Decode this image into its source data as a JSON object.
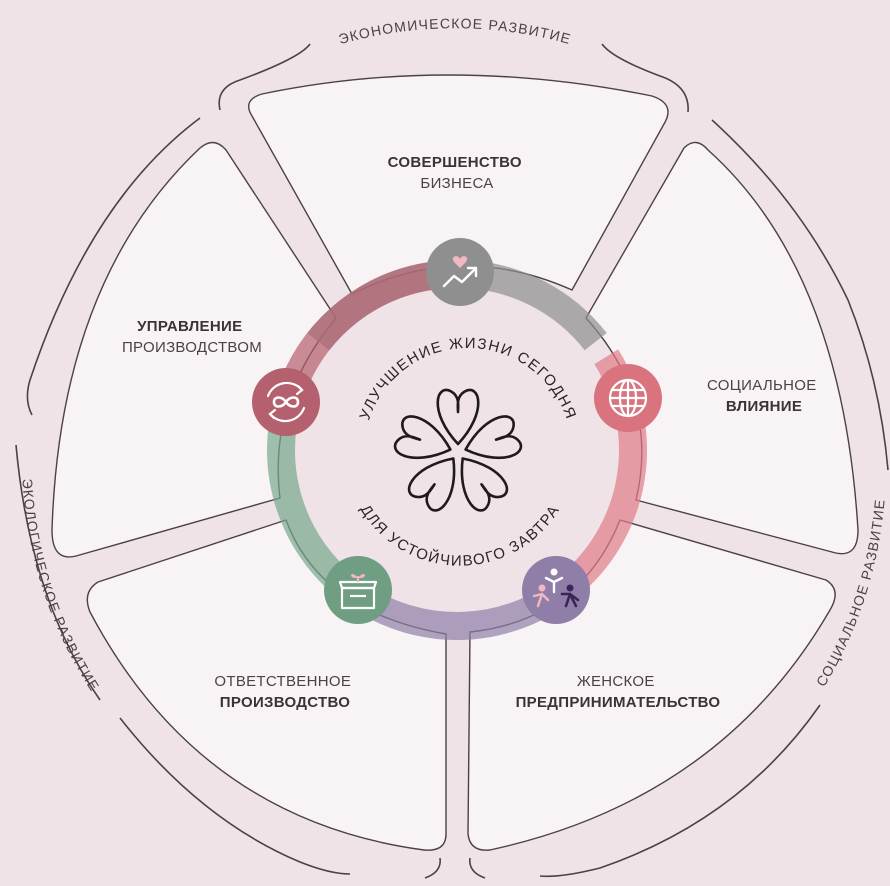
{
  "outer_labels": {
    "economic": "ЭКОНОМИЧЕСКОЕ РАЗВИТИЕ",
    "ecological": "ЭКОЛОГИЧЕСКОЕ РАЗВИТИЕ",
    "social": "СОЦИАЛЬНОЕ РАЗВИТИЕ"
  },
  "center": {
    "top_text": "УЛУЧШЕНИЕ ЖИЗНИ СЕГОДНЯ",
    "bottom_text": "ДЛЯ УСТОЙЧИВОГО ЗАВТРА",
    "logo_icon": "hearts-flower-icon"
  },
  "segments": [
    {
      "id": "business",
      "line1": "СОВЕРШЕНСТВО",
      "line2": "БИЗНЕСА",
      "bold_line": 1,
      "color": "#8f8f8f",
      "icon": "heart-trend-icon"
    },
    {
      "id": "social",
      "line1": "СОЦИАЛЬНОЕ",
      "line2": "ВЛИЯНИЕ",
      "bold_line": 2,
      "color": "#e07c86",
      "icon": "globe-icon"
    },
    {
      "id": "women",
      "line1": "ЖЕНСКОЕ",
      "line2": "ПРЕДПРИНИМАТЕЛЬСТВО",
      "bold_line": 2,
      "color": "#8f7fa8",
      "icon": "people-icon"
    },
    {
      "id": "production",
      "line1": "ОТВЕТСТВЕННОЕ",
      "line2": "ПРОИЗВОДСТВО",
      "bold_line": 2,
      "color": "#76a88b",
      "icon": "box-sprout-icon"
    },
    {
      "id": "management",
      "line1": "УПРАВЛЕНИЕ",
      "line2": "ПРОИЗВОДСТВОМ",
      "bold_line": 1,
      "color": "#b5606e",
      "icon": "infinity-cycle-icon"
    }
  ]
}
